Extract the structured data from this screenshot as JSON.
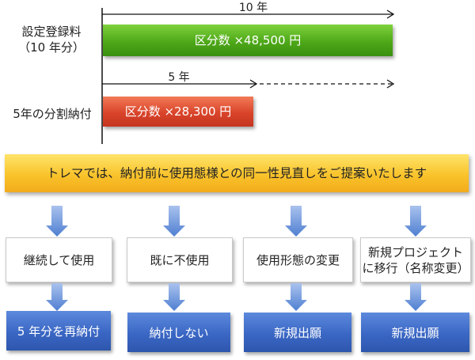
{
  "timeline": {
    "row1_label_line1": "設定登録料",
    "row1_label_line2": "（10 年分）",
    "row1_period": "10 年",
    "row1_bar": "区分数 ×48,500 円",
    "row2_label": "5年の分割納付",
    "row2_period": "5 年",
    "row2_bar": "区分数 ×28,300 円"
  },
  "banner": "トレマでは、納付前に使用態様との同一性見直しをご提案いたします",
  "options": [
    {
      "label": "継続して使用",
      "result": "5 年分を再納付"
    },
    {
      "label": "既に不使用",
      "result": "納付しない"
    },
    {
      "label": "使用形態の変更",
      "result": "新規出願"
    },
    {
      "label_line1": "新規プロジェクト",
      "label_line2": "に移行（名称変更）",
      "result": "新規出願"
    }
  ],
  "colors": {
    "green_bar": "#4ea818",
    "red_bar": "#d9442a",
    "banner": "#f9c32b",
    "result_box": "#3a67c4",
    "down_arrow": "#5b8ad8"
  }
}
